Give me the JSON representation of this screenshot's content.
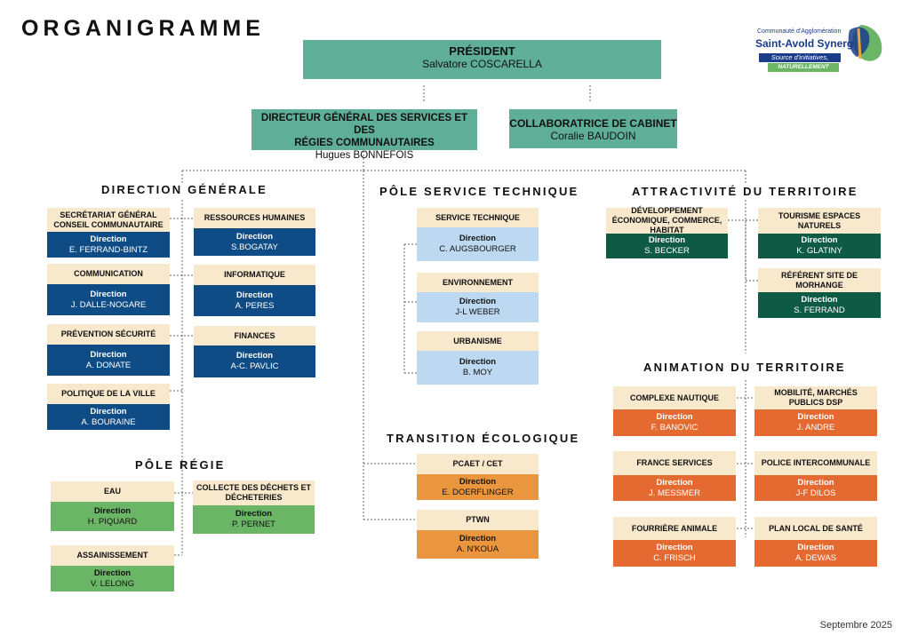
{
  "title": "ORGANIGRAMME",
  "logo": {
    "line1": "Communauté d'Agglomération",
    "line2": "Saint-Avold Synergie",
    "tag1": "Source d'initiatives,",
    "tag2": "NATURELLEMENT"
  },
  "date": "Septembre 2025",
  "president": {
    "role": "PRÉSIDENT",
    "name": "Salvatore COSCARELLA"
  },
  "dgs": {
    "role_line1": "DIRECTEUR GÉNÉRAL DES SERVICES ET DES",
    "role_line2": "RÉGIES COMMUNAUTAIRES",
    "name": "Hugues BONNEFOIS"
  },
  "cabinet": {
    "role": "COLLABORATRICE DE CABINET",
    "name": "Coralie BAUDOIN"
  },
  "sections": {
    "direction_generale": "DIRECTION GÉNÉRALE",
    "pole_service_technique": "PÔLE SERVICE TECHNIQUE",
    "attractivite": "ATTRACTIVITÉ DU TERRITOIRE",
    "animation": "ANIMATION DU TERRITOIRE",
    "transition": "TRANSITION ÉCOLOGIQUE",
    "pole_regie": "PÔLE RÉGIE"
  },
  "colors": {
    "header": "#5faf98",
    "label_bg": "#f8e8cc",
    "blue": "#0f4c86",
    "light_blue": "#bcd9f1",
    "dark_green": "#0e5a45",
    "green": "#6ab566",
    "orange": "#e9963f",
    "red_orange": "#e56a31"
  },
  "cards": {
    "secretariat": {
      "label": "SECRÉTARIAT GÉNÉRAL CONSEIL COMMUNAUTAIRE",
      "dir": "Direction",
      "name": "E. FERRAND-BINTZ"
    },
    "communication": {
      "label": "COMMUNICATION",
      "dir": "Direction",
      "name": "J. DALLE-NOGARE"
    },
    "prevention": {
      "label": "PRÉVENTION SÉCURITÉ",
      "dir": "Direction",
      "name": "A. DONATE"
    },
    "politique": {
      "label": "POLITIQUE DE LA VILLE",
      "dir": "Direction",
      "name": "A. BOURAINE"
    },
    "rh": {
      "label": "RESSOURCES HUMAINES",
      "dir": "Direction",
      "name": "S.BOGATAY"
    },
    "informatique": {
      "label": "INFORMATIQUE",
      "dir": "Direction",
      "name": "A. PERES"
    },
    "finances": {
      "label": "FINANCES",
      "dir": "Direction",
      "name": "A-C. PAVLIC"
    },
    "service_technique": {
      "label": "SERVICE TECHNIQUE",
      "dir": "Direction",
      "name": "C. AUGSBOURGER"
    },
    "environnement": {
      "label": "ENVIRONNEMENT",
      "dir": "Direction",
      "name": "J-L WEBER"
    },
    "urbanisme": {
      "label": "URBANISME",
      "dir": "Direction",
      "name": "B. MOY"
    },
    "dev_eco": {
      "label": "DÉVELOPPEMENT ÉCONOMIQUE, COMMERCE, HABITAT",
      "dir": "Direction",
      "name": "S. BECKER"
    },
    "tourisme": {
      "label": "TOURISME ESPACES NATURELS",
      "dir": "Direction",
      "name": "K. GLATINY"
    },
    "morhange": {
      "label": "RÉFÉRENT SITE DE MORHANGE",
      "dir": "Direction",
      "name": "S. FERRAND"
    },
    "nautique": {
      "label": "COMPLEXE NAUTIQUE",
      "dir": "Direction",
      "name": "F. BANOVIC"
    },
    "mobilite": {
      "label": "MOBILITÉ, MARCHÉS PUBLICS DSP",
      "dir": "Direction",
      "name": "J. ANDRE"
    },
    "france_services": {
      "label": "FRANCE SERVICES",
      "dir": "Direction",
      "name": "J. MESSMER"
    },
    "police": {
      "label": "POLICE INTERCOMMUNALE",
      "dir": "Direction",
      "name": "J-F DILOS"
    },
    "fourriere": {
      "label": "FOURRIÈRE ANIMALE",
      "dir": "Direction",
      "name": "C. FRISCH"
    },
    "sante": {
      "label": "PLAN LOCAL DE SANTÉ",
      "dir": "Direction",
      "name": "A. DEWAS"
    },
    "pcaet": {
      "label": "PCAET / CET",
      "dir": "Direction",
      "name": "E. DOERFLINGER"
    },
    "ptwn": {
      "label": "PTWN",
      "dir": "Direction",
      "name": "A. N'KOUA"
    },
    "eau": {
      "label": "EAU",
      "dir": "Direction",
      "name": "H. PIQUARD"
    },
    "dechets": {
      "label": "COLLECTE DES DÉCHETS ET DÉCHETERIES",
      "dir": "Direction",
      "name": "P. PERNET"
    },
    "assainissement": {
      "label": "ASSAINISSEMENT",
      "dir": "Direction",
      "name": "V. LELONG"
    }
  }
}
